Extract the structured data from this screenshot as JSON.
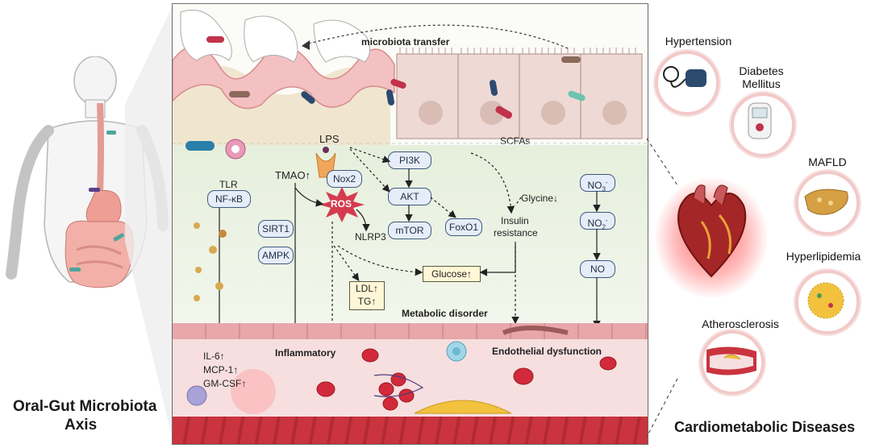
{
  "left": {
    "title_line1": "Oral-Gut Microbiota",
    "title_line2": "Axis"
  },
  "center": {
    "microbiota_transfer": "microbiota transfer",
    "lps": "LPS",
    "tmao": "TMAO↑",
    "nox2": "Nox2",
    "ros": "ROS",
    "nlrp3": "NLRP3",
    "tlr": "TLR",
    "nfkb": "NF-κB",
    "sirt1": "SIRT1",
    "ampk": "AMPK",
    "pi3k": "PI3K",
    "akt": "AKT",
    "mtor": "mTOR",
    "foxo1": "FoxO1",
    "scfas": "SCFAs",
    "glycine": "Glycine↓",
    "insulin_line1": "Insulin",
    "insulin_line2": "resistance",
    "no3": "NO",
    "no3_sub": "3",
    "no3_sup": "-",
    "no2": "NO",
    "no2_sub": "2",
    "no2_sup": "-",
    "no": "NO",
    "glucose": "Glucose↑",
    "ldl": "LDL↑",
    "tg": "TG↑",
    "metabolic_disorder": "Metabolic disorder",
    "inflammatory": "Inflammatory",
    "endothelial": "Endothelial dysfunction",
    "il6": "IL-6↑",
    "mcp1": "MCP-1↑",
    "gmcsf": "GM-CSF↑"
  },
  "right": {
    "title": "Cardiometabolic Diseases",
    "diseases": {
      "hypertension": "Hypertension",
      "diabetes_line1": "Diabetes",
      "diabetes_line2": "Mellitus",
      "mafld": "MAFLD",
      "hyperlipidemia": "Hyperlipidemia",
      "atherosclerosis": "Atherosclerosis"
    }
  },
  "colors": {
    "panel_border": "#6b6b6b",
    "blood_vessel": "#f1c2c4",
    "muscle_band": "#c9343e",
    "gum": "#f0b7b9",
    "epithelium": "#efd9d5",
    "ros": "#d43c4e",
    "heart_glow": "#ff7a7a",
    "pill_fill": "#e6edf8",
    "pill_border": "#3d5a80"
  }
}
